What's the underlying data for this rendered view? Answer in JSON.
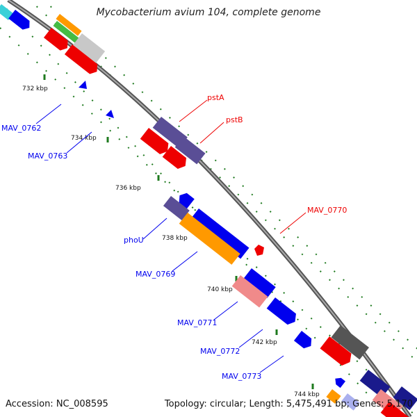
{
  "title": "Mycobacterium avium 104, complete genome",
  "accession": "Accession: NC_008595",
  "summary": "Topology: circular; Length: 5,475,491 bp; Genes: 5,170",
  "colors": {
    "forward_label": "#ff0000",
    "reverse_label": "#0000ee",
    "backbone": "#777777",
    "tick": "#1e7a1e"
  },
  "ticks": [
    "732 kbp",
    "734 kbp",
    "736 kbp",
    "738 kbp",
    "740 kbp",
    "742 kbp",
    "744 kbp"
  ],
  "gene_labels": {
    "forward": [
      "pstA",
      "pstB",
      "MAV_0770"
    ],
    "reverse": [
      "MAV_0762",
      "MAV_0763",
      "phoU",
      "MAV_0769",
      "MAV_0771",
      "MAV_0772",
      "MAV_0773"
    ]
  }
}
